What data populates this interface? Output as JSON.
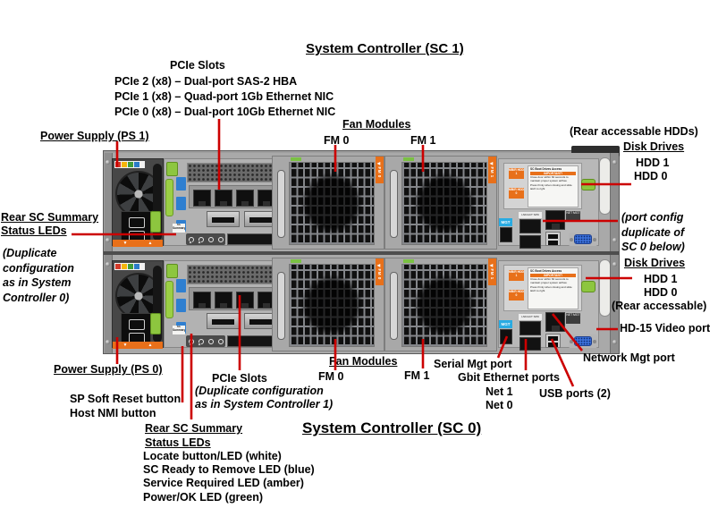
{
  "titles": {
    "sc1": "System Controller (SC 1)",
    "sc0": "System Controller (SC 0)"
  },
  "top_callouts": {
    "pcie": {
      "heading": "PCIe Slots",
      "slot2": "PCIe 2 (x8) – Dual-port SAS-2 HBA",
      "slot1": "PCIe 1 (x8) – Quad-port 1Gb Ethernet NIC",
      "slot0": "PCIe 0 (x8) – Dual-port 10Gb Ethernet NIC"
    },
    "power_supply": "Power Supply (PS 1)",
    "fan_modules": {
      "heading": "Fan Modules",
      "fm0": "FM 0",
      "fm1": "FM 1"
    },
    "rear_hdds_note": "(Rear accessable HDDs)",
    "disk_drives": {
      "heading": "Disk Drives",
      "hdd1": "HDD 1",
      "hdd0": "HDD 0"
    },
    "summary_leds": {
      "line1": "Rear SC Summary",
      "line2": "Status LEDs",
      "note1": "(Duplicate",
      "note2": "configuration",
      "note3": "as in System",
      "note4": "Controller 0)"
    },
    "port_config": {
      "line1": "(port config",
      "line2": "duplicate of",
      "line3": "SC 0 below)"
    }
  },
  "bottom_callouts": {
    "power_supply": "Power Supply (PS 0)",
    "sp_reset": "SP Soft Reset button",
    "host_nmi": "Host NMI button",
    "pcie": {
      "heading": "PCIe Slots",
      "note1": "(Duplicate configuration",
      "note2": "as in System Controller 1)"
    },
    "fan_modules": {
      "heading": "Fan Modules",
      "fm0": "FM 0",
      "fm1": "FM 1"
    },
    "serial_mgt": "Serial Mgt port",
    "gbit": {
      "heading": "Gbit Ethernet ports",
      "net1": "Net 1",
      "net0": "Net 0"
    },
    "usb": "USB ports (2)",
    "network_mgt": "Network Mgt port",
    "hd15": "HD-15 Video port",
    "disk_drives": {
      "heading": "Disk Drives",
      "hdd1": "HDD 1",
      "hdd0": "HDD 0",
      "note": "(Rear accessable)"
    },
    "summary_leds": {
      "line1": "Rear SC Summary",
      "line2": "Status LEDs",
      "items": [
        "Locate button/LED (white)",
        "SC Ready to Remove LED (blue)",
        "Service Required LED (amber)",
        "Power/OK LED (green)"
      ]
    }
  },
  "hardware": {
    "fan_tab_fm0": "◀FM 0",
    "fan_tab_fm1": "◀FM 1",
    "ser_mgt_label": "MGT",
    "net_mgt_label": "NET MGT",
    "net_ports_label": "LNK/ACT SPD",
    "sc_summary_label": "SC Summary",
    "hdd_tag1": "MB/R HDD 1",
    "hdd_tag0": "MB/R HDD 0",
    "psu_strip_down": "▼",
    "psu_strip_up": "▲",
    "door_label": {
      "title": "SC Boot Drives Access",
      "important": "IMPORTANT!",
      "body1": "Close door within 60 seconds to maintain proper system airflow.",
      "body2": "Press firmly when closing and slide latch to right"
    }
  },
  "colors": {
    "callout_line": "#cc0000",
    "latch_green": "#8dc63f",
    "tab_orange": "#e8701a",
    "vga_blue": "#3a6fd8",
    "mgt_blue": "#29abe2"
  }
}
